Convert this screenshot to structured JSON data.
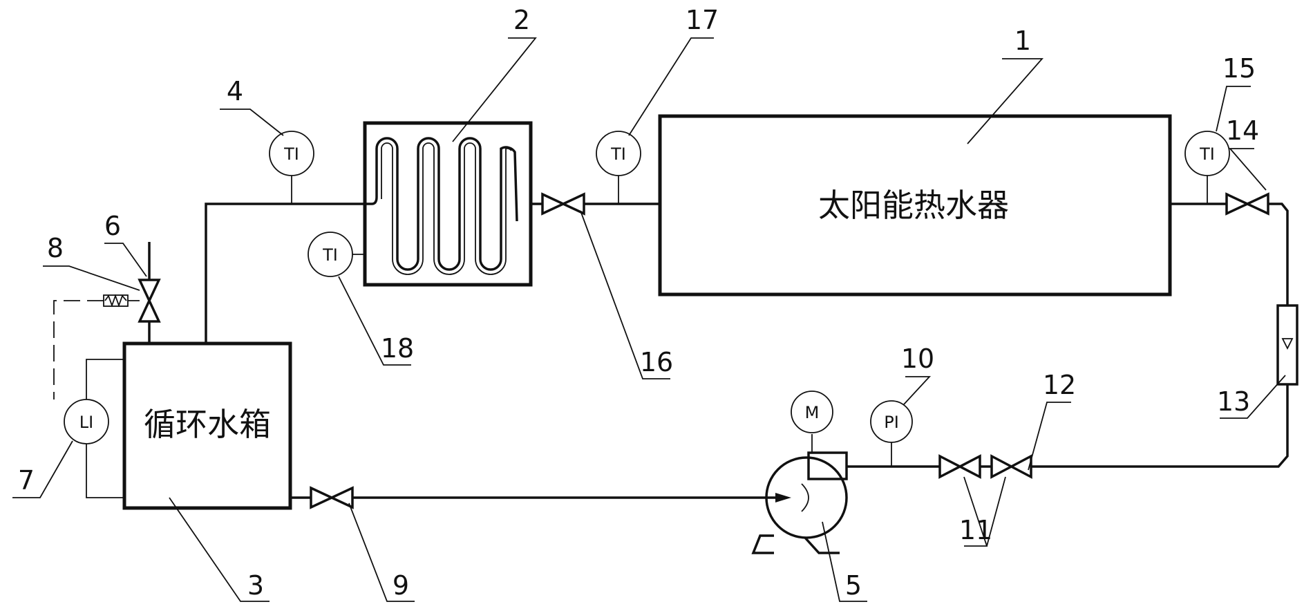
{
  "equipment": {
    "solar_heater": {
      "label": "太阳能热水器",
      "number": "1"
    },
    "heat_exchanger": {
      "number": "2"
    },
    "tank": {
      "label": "循环水箱",
      "number": "3"
    },
    "pump": {
      "number": "5",
      "motor_symbol": "M"
    }
  },
  "instruments": [
    {
      "id": "t4",
      "number": "4",
      "tag": "TI"
    },
    {
      "id": "t18",
      "number": "18",
      "tag": "TI"
    },
    {
      "id": "t17",
      "number": "17",
      "tag": "TI"
    },
    {
      "id": "t15",
      "number": "15",
      "tag": "TI"
    },
    {
      "id": "p10",
      "number": "10",
      "tag": "PI"
    },
    {
      "id": "l7",
      "number": "7",
      "tag": "LI"
    }
  ],
  "components": [
    {
      "id": "vent6",
      "number": "6"
    },
    {
      "id": "valve8",
      "number": "8"
    },
    {
      "id": "valve9",
      "number": "9"
    },
    {
      "id": "valve11",
      "number": "11"
    },
    {
      "id": "valve12",
      "number": "12"
    },
    {
      "id": "flowmeter13",
      "number": "13"
    },
    {
      "id": "valve14",
      "number": "14"
    },
    {
      "id": "valve16",
      "number": "16"
    }
  ]
}
